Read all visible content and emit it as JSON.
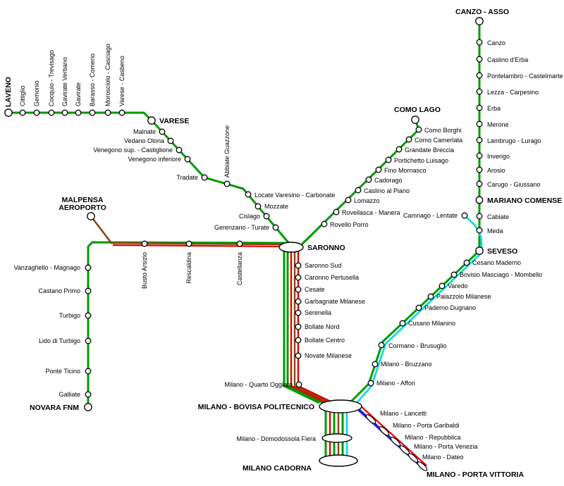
{
  "colors": {
    "background": "#ffffff",
    "main": "#009a00",
    "express": "#e60000",
    "malpensa": "#8b4513",
    "suburban": "#00dcdc",
    "passante": "#2222cc",
    "station_fill": "#ffffff",
    "station_stroke": "#000000",
    "label": "#000000"
  },
  "stations": [
    {
      "id": "laveno",
      "label": "LAVENO",
      "major": true
    },
    {
      "id": "cittiglio",
      "label": "Cittiglio",
      "major": false
    },
    {
      "id": "gemonio",
      "label": "Gemonio",
      "major": false
    },
    {
      "id": "cocquio_trevisago",
      "label": "Cocquio - Trevisago",
      "major": false
    },
    {
      "id": "gavirate_verbano",
      "label": "Gavirate Verbano",
      "major": false
    },
    {
      "id": "gavirate",
      "label": "Gavirate",
      "major": false
    },
    {
      "id": "barasso_comerio",
      "label": "Barasso - Comerio",
      "major": false
    },
    {
      "id": "morosolo_casciago",
      "label": "Morosciolo - Casciago",
      "major": false
    },
    {
      "id": "varese_casbeno",
      "label": "Varese - Casbeno",
      "major": false
    },
    {
      "id": "varese",
      "label": "VARESE",
      "major": true
    },
    {
      "id": "malnate",
      "label": "Malnate",
      "major": false
    },
    {
      "id": "vedano_olona",
      "label": "Vedano Olona",
      "major": false
    },
    {
      "id": "venegono_sup",
      "label": "Venegono sup. - Castiglione",
      "major": false
    },
    {
      "id": "venegono_inf",
      "label": "Venegono inferiore",
      "major": false
    },
    {
      "id": "tradate",
      "label": "Tradate",
      "major": false
    },
    {
      "id": "abbiate_guazzone",
      "label": "Abbiate Guazzone",
      "major": false
    },
    {
      "id": "locate_varesino",
      "label": "Locate Varesino - Carbonate",
      "major": false
    },
    {
      "id": "mozzate",
      "label": "Mozzate",
      "major": false
    },
    {
      "id": "cislago",
      "label": "Cislago",
      "major": false
    },
    {
      "id": "gerenzano_turate",
      "label": "Gerenzano - Turate",
      "major": false
    },
    {
      "id": "saronno",
      "label": "SARONNO",
      "major": true
    },
    {
      "id": "como_lago",
      "label": "COMO LAGO",
      "major": true
    },
    {
      "id": "como_borghi",
      "label": "Como Borghi",
      "major": false
    },
    {
      "id": "como_camerlata",
      "label": "Como Camerlata",
      "major": false
    },
    {
      "id": "grandate_breccia",
      "label": "Grandate Breccia",
      "major": false
    },
    {
      "id": "portichetto_luisago",
      "label": "Portichetto Luisago",
      "major": false
    },
    {
      "id": "fino_mornasco",
      "label": "Fino Mornasco",
      "major": false
    },
    {
      "id": "cadorago",
      "label": "Cadorago",
      "major": false
    },
    {
      "id": "caslino_al_piano",
      "label": "Caslino al Piano",
      "major": false
    },
    {
      "id": "lomazzo",
      "label": "Lomazzo",
      "major": false
    },
    {
      "id": "rovellasca_manera",
      "label": "Rovellasca - Manera",
      "major": false
    },
    {
      "id": "rovello_porro",
      "label": "Rovello Porro",
      "major": false
    },
    {
      "id": "canzo_asso",
      "label": "CANZO - ASSO",
      "major": true
    },
    {
      "id": "canzo",
      "label": "Canzo",
      "major": false
    },
    {
      "id": "caslino_derba",
      "label": "Caslino d'Erba",
      "major": false
    },
    {
      "id": "pontelambro_castelmarte",
      "label": "Pontelambro - Castelmarte",
      "major": false
    },
    {
      "id": "lezza_carpesino",
      "label": "Lezza - Carpesino",
      "major": false
    },
    {
      "id": "erba",
      "label": "Erba",
      "major": false
    },
    {
      "id": "merone",
      "label": "Merone",
      "major": false
    },
    {
      "id": "lambrugo_lurago",
      "label": "Lambrugo - Lurago",
      "major": false
    },
    {
      "id": "inverigo",
      "label": "Inverigo",
      "major": false
    },
    {
      "id": "arosio",
      "label": "Arosio",
      "major": false
    },
    {
      "id": "carugo_giussano",
      "label": "Carugo - Giussano",
      "major": false
    },
    {
      "id": "mariano_comense",
      "label": "MARIANO COMENSE",
      "major": true
    },
    {
      "id": "cabiate",
      "label": "Cabiate",
      "major": false
    },
    {
      "id": "meda",
      "label": "Meda",
      "major": false
    },
    {
      "id": "seveso",
      "label": "SEVESO",
      "major": true
    },
    {
      "id": "camnago_lentate",
      "label": "Camnago - Lentate",
      "major": false
    },
    {
      "id": "cesano_maderno",
      "label": "Cesano Maderno",
      "major": false
    },
    {
      "id": "bovisio_masciago",
      "label": "Bovisio Masciago - Mombello",
      "major": false
    },
    {
      "id": "varedo",
      "label": "Varedo",
      "major": false
    },
    {
      "id": "palazzolo_milanese",
      "label": "Palazzolo Milanese",
      "major": false
    },
    {
      "id": "paderno_dugnano",
      "label": "Paderno Dugnano",
      "major": false
    },
    {
      "id": "cusano_milanino",
      "label": "Cusano Milanino",
      "major": false
    },
    {
      "id": "cormano_brusuglio",
      "label": "Cormano - Brusuglio",
      "major": false
    },
    {
      "id": "milano_bruzzano",
      "label": "Milano - Bruzzano",
      "major": false
    },
    {
      "id": "milano_affori",
      "label": "Milano - Affori",
      "major": false
    },
    {
      "id": "saronno_sud",
      "label": "Saronno Sud",
      "major": false
    },
    {
      "id": "caronno_pertusella",
      "label": "Caronno Pertusella",
      "major": false
    },
    {
      "id": "cesate",
      "label": "Cesate",
      "major": false
    },
    {
      "id": "garbagnate_milanese",
      "label": "Garbagnate Milanese",
      "major": false
    },
    {
      "id": "serenella",
      "label": "Serenella",
      "major": false
    },
    {
      "id": "bollate_nord",
      "label": "Bollate Nord",
      "major": false
    },
    {
      "id": "bollate_centro",
      "label": "Bollate Centro",
      "major": false
    },
    {
      "id": "novate_milanese",
      "label": "Novate Milanese",
      "major": false
    },
    {
      "id": "quarto_oggiaro",
      "label": "Milano - Quarto Oggiaro",
      "major": false
    },
    {
      "id": "bovisa",
      "label": "MILANO - BOVISA POLITECNICO",
      "major": true
    },
    {
      "id": "domodossola_fiera",
      "label": "Milano - Domodossola Fiera",
      "major": false
    },
    {
      "id": "cadorna",
      "label": "MILANO CADORNA",
      "major": true
    },
    {
      "id": "lancetti",
      "label": "Milano - Lancetti",
      "major": false
    },
    {
      "id": "porta_garibaldi",
      "label": "Milano - Porta Garibaldi",
      "major": false
    },
    {
      "id": "repubblica",
      "label": "Milano - Repubblica",
      "major": false
    },
    {
      "id": "porta_venezia",
      "label": "Milano - Porta Venezia",
      "major": false
    },
    {
      "id": "dateo",
      "label": "Milano - Dateo",
      "major": false
    },
    {
      "id": "porta_vittoria",
      "label": "MILANO - PORTA VITTORIA",
      "major": true
    },
    {
      "id": "malpensa_aeroporto",
      "label": "MALPENSA AEROPORTO",
      "major": true
    },
    {
      "id": "busto_arsizio",
      "label": "Busto Arsizio",
      "major": false
    },
    {
      "id": "rescaldina",
      "label": "Rescaldina",
      "major": false
    },
    {
      "id": "castellanza",
      "label": "Castellanza",
      "major": false
    },
    {
      "id": "vanzaghello_magnago",
      "label": "Vanzaghello - Magnago",
      "major": false
    },
    {
      "id": "castano_primo",
      "label": "Castano Primo",
      "major": false
    },
    {
      "id": "turbigo",
      "label": "Turbigo",
      "major": false
    },
    {
      "id": "lido_di_turbigo",
      "label": "Lido di Turbigo",
      "major": false
    },
    {
      "id": "ponte_ticino",
      "label": "Ponte Ticino",
      "major": false
    },
    {
      "id": "galliate",
      "label": "Galliate",
      "major": false
    },
    {
      "id": "novara_fnm",
      "label": "NOVARA FNM",
      "major": true
    }
  ]
}
